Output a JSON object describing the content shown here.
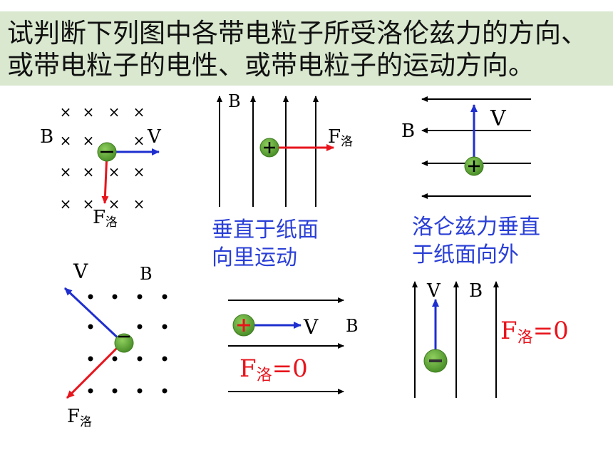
{
  "title": {
    "line1": "试判断下列图中各带电粒子所受洛伦兹力的方向、",
    "line2": "或带电粒子的电性、或带电粒子的运动方向。"
  },
  "symbols": {
    "cross": "×",
    "dot": "•",
    "plus": "+",
    "minus": "−",
    "B": "B",
    "V": "V",
    "F": "F",
    "luo": "洛",
    "eq_zero": "=0"
  },
  "captions": {
    "panel2_line1": "垂直于纸面",
    "panel2_line2": "向里运动",
    "panel3_line1": "洛仑兹力垂直",
    "panel3_line2": "于纸面向外"
  },
  "colors": {
    "band": "#d9e8cf",
    "black": "#000000",
    "red": "#e8141c",
    "blue": "#1f2fcf",
    "caption_blue": "#2a3fd6",
    "particle": "#5aa033",
    "particle_edge": "#3d7a1f"
  }
}
